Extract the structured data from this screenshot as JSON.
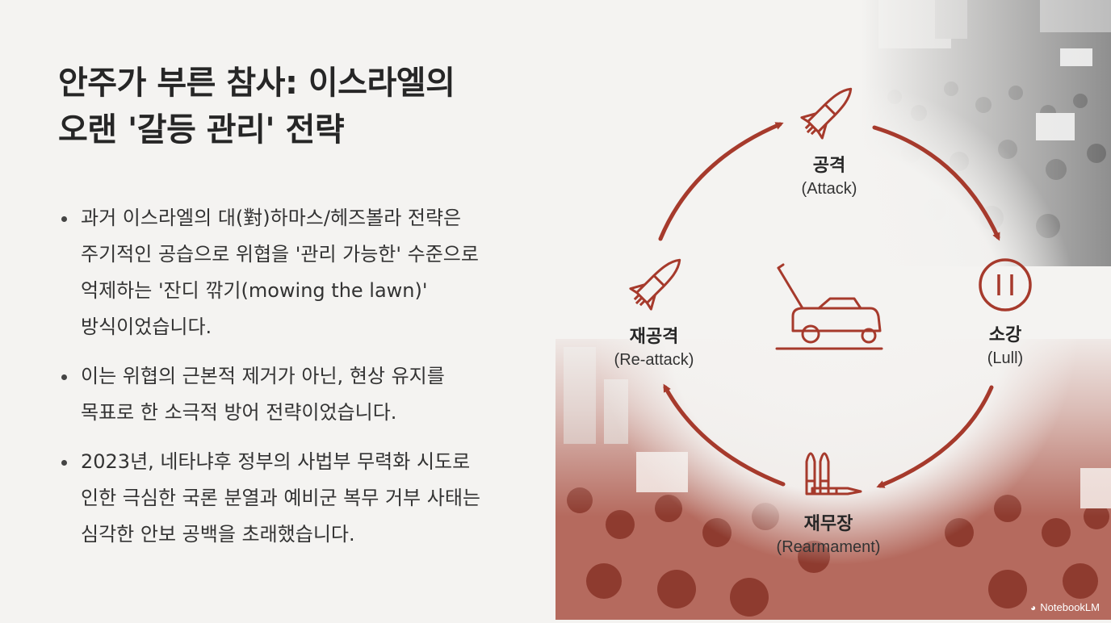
{
  "title_lines": [
    "안주가 부른 참사: 이스라엘의",
    "오랜 '갈등 관리' 전략"
  ],
  "bullets": [
    {
      "lines": [
        "과거 이스라엘의 대(對)하마스/헤즈볼라 전략은",
        "주기적인 공습으로 위협을 '관리 가능한' 수준으로",
        "억제하는 '잔디 깎기(mowing the lawn)'",
        "방식이었습니다."
      ]
    },
    {
      "lines": [
        "이는 위협의 근본적 제거가 아닌, 현상 유지를",
        "목표로 한 소극적 방어 전략이었습니다."
      ]
    },
    {
      "lines": [
        "2023년, 네타냐후 정부의 사법부 무력화 시도로",
        "인한 극심한 국론 분열과 예비군 복무 거부 사태는",
        "심각한 안보 공백을 초래했습니다."
      ]
    }
  ],
  "cycle": {
    "attack": {
      "ko": "공격",
      "en": "(Attack)",
      "icon": "rocket-icon"
    },
    "lull": {
      "ko": "소강",
      "en": "(Lull)",
      "icon": "pause-icon"
    },
    "rearm": {
      "ko": "재무장",
      "en": "(Rearmament)",
      "icon": "ammunition-icon"
    },
    "reattack": {
      "ko": "재공격",
      "en": "(Re-attack)",
      "icon": "rocket-icon"
    },
    "center_icon": "lawn-mower-icon"
  },
  "watermark": "NotebookLM",
  "colors": {
    "accent": "#a63a2c",
    "text": "#262626"
  }
}
